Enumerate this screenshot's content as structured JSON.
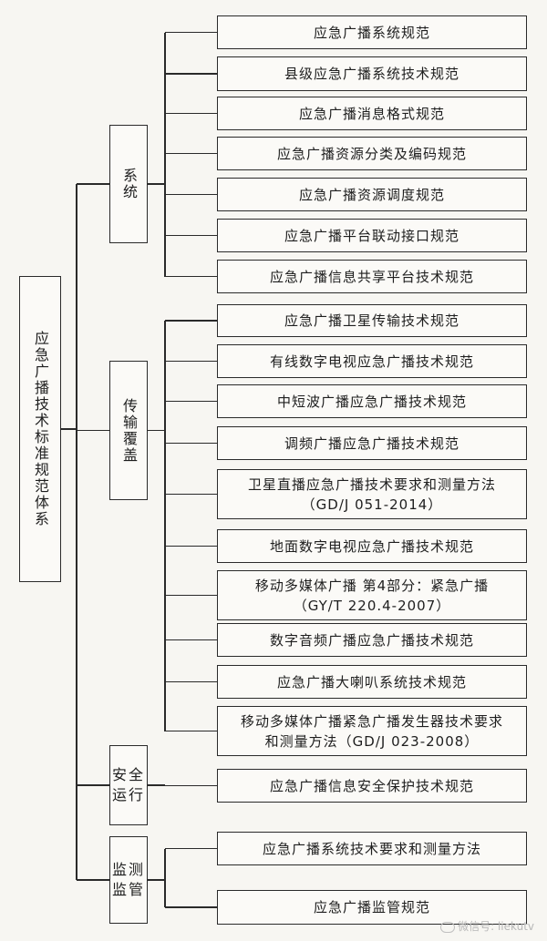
{
  "root": {
    "label": "应急广播技术标准规范体系"
  },
  "categories": [
    {
      "label": "系统",
      "items": [
        [
          "应急广播系统规范"
        ],
        [
          "县级应急广播系统技术规范"
        ],
        [
          "应急广播消息格式规范"
        ],
        [
          "应急广播资源分类及编码规范"
        ],
        [
          "应急广播资源调度规范"
        ],
        [
          "应急广播平台联动接口规范"
        ],
        [
          "应急广播信息共享平台技术规范"
        ]
      ]
    },
    {
      "label": "传输覆盖",
      "items": [
        [
          "应急广播卫星传输技术规范"
        ],
        [
          "有线数字电视应急广播技术规范"
        ],
        [
          "中短波广播应急广播技术规范"
        ],
        [
          "调频广播应急广播技术规范"
        ],
        [
          "卫星直播应急广播技术要求和测量方法",
          "（GD/J 051-2014）"
        ],
        [
          "地面数字电视应急广播技术规范"
        ],
        [
          "移动多媒体广播 第4部分：紧急广播",
          "（GY/T 220.4-2007）"
        ],
        [
          "数字音频广播应急广播技术规范"
        ],
        [
          "应急广播大喇叭系统技术规范"
        ],
        [
          "移动多媒体广播紧急广播发生器技术要求",
          "和测量方法（GD/J 023-2008）"
        ]
      ]
    },
    {
      "label": "安全运行",
      "items": [
        [
          "应急广播信息安全保护技术规范"
        ]
      ]
    },
    {
      "label": "监测监管",
      "items": [
        [
          "应急广播系统技术要求和测量方法"
        ],
        [
          "应急广播监管规范"
        ]
      ]
    }
  ],
  "watermark": "微信号: liekutv"
}
